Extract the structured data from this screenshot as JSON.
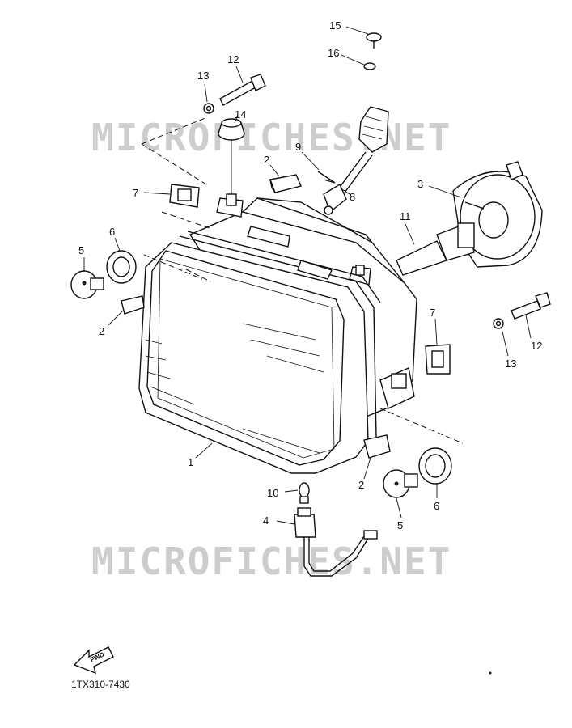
{
  "watermark": [
    "MICROFICHES.NET",
    "MICROFICHES.NET"
  ],
  "diagram_code": "1TX310-7430",
  "fwd_label": "FWD",
  "callouts": {
    "c1": "1",
    "c2a": "2",
    "c2b": "2",
    "c2c": "2",
    "c3": "3",
    "c4": "4",
    "c5a": "5",
    "c5b": "5",
    "c6a": "6",
    "c6b": "6",
    "c7a": "7",
    "c7b": "7",
    "c8": "8",
    "c9": "9",
    "c10": "10",
    "c11": "11",
    "c12a": "12",
    "c12b": "12",
    "c13a": "13",
    "c13b": "13",
    "c14": "14",
    "c15": "15",
    "c16": "16"
  }
}
